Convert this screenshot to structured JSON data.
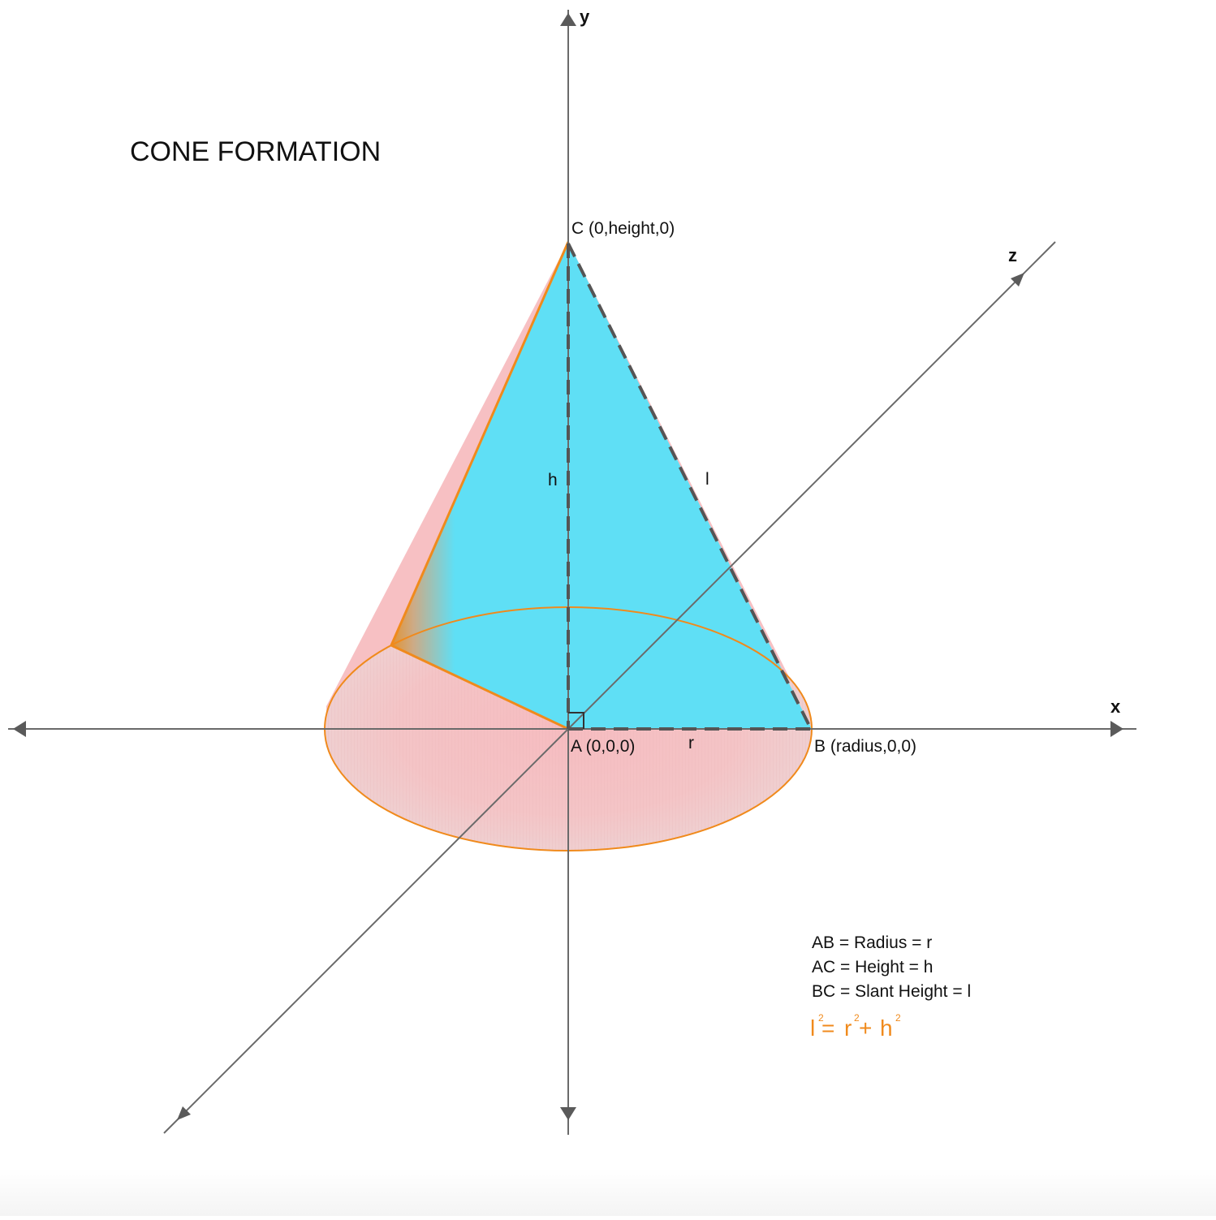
{
  "title": "CONE FORMATION",
  "axes": {
    "x": "x",
    "y": "y",
    "z": "z"
  },
  "points": {
    "a": "A (0,0,0)",
    "b": "B (radius,0,0)",
    "c": "C (0,height,0)"
  },
  "edge_labels": {
    "h": "h",
    "l": "l",
    "r": "r"
  },
  "legend": {
    "line1": "AB = Radius = r",
    "line2": "AC = Height = h",
    "line3": "BC = Slant Height = l",
    "formula": {
      "l": "l",
      "r": "r",
      "h": "h",
      "exp": "2",
      "eq": "=",
      "plus": "+"
    }
  },
  "colors": {
    "triangle": "#5fdff5",
    "cone_surface": "#f7c0c3",
    "base_edge": "#f08a1c",
    "formula": "#f08a1c",
    "axis": "#6a6a6a"
  }
}
